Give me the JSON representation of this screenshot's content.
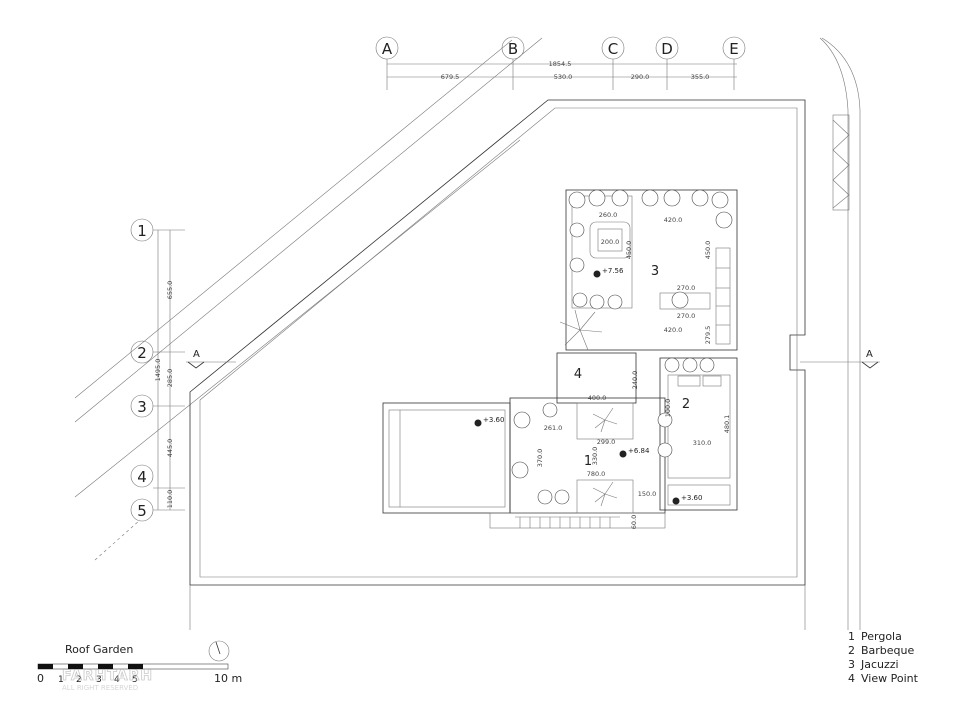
{
  "title": "Roof Garden",
  "grid_columns": [
    "A",
    "B",
    "C",
    "D",
    "E"
  ],
  "grid_rows": [
    "1",
    "2",
    "3",
    "4",
    "5"
  ],
  "column_dims": {
    "total": "1854.5",
    "segments": [
      "679.5",
      "530.0",
      "290.0",
      "355.0"
    ]
  },
  "row_dims": {
    "total": "1495.0",
    "segments": [
      "655.0",
      "285.0",
      "445.0",
      "110.0"
    ]
  },
  "section_marker": "A",
  "zones": [
    "1",
    "2",
    "3",
    "4"
  ],
  "plan_dims": [
    "260.0",
    "420.0",
    "200.0",
    "450.0",
    "450.0",
    "270.0",
    "270.0",
    "420.0",
    "279.5",
    "240.0",
    "400.0",
    "100.0",
    "261.0",
    "299.0",
    "330.0",
    "370.0",
    "780.0",
    "310.0",
    "480.1",
    "150.0",
    "60.0"
  ],
  "levels": [
    "+7.56",
    "+3.60",
    "+6.84",
    "+3.60"
  ],
  "scale_bar": {
    "start": "0",
    "ticks": [
      "1",
      "2",
      "3",
      "4",
      "5"
    ],
    "end": "10 m"
  },
  "legend": [
    {
      "num": "1",
      "label": "Pergola"
    },
    {
      "num": "2",
      "label": "Barbeque"
    },
    {
      "num": "3",
      "label": "Jacuzzi"
    },
    {
      "num": "4",
      "label": "View Point"
    }
  ],
  "watermark": {
    "brand": "FARHTARH",
    "sub": "ALL RIGHT RESERVED"
  },
  "colors": {
    "line": "#333333",
    "background": "#ffffff"
  }
}
